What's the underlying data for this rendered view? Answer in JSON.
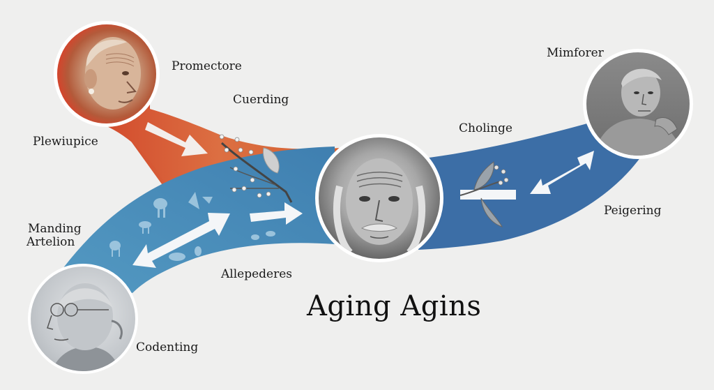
{
  "title": "Aging Agins",
  "labels": {
    "top_left_1": "Promectore",
    "top_left_2": "Cuerding",
    "left_mid": "Plewiupice",
    "left_lower_1": "Manding",
    "left_lower_2": "Artelion",
    "bottom_mid": "Allepederes",
    "bottom_left": "Codenting",
    "right_mid": "Cholinge",
    "top_right": "Mimforer",
    "right_lower": "Peigering"
  },
  "portraits": [
    {
      "id": "top-left",
      "style": "sepia illustrated elderly man profile",
      "ring_color": "#d9452c"
    },
    {
      "id": "center",
      "style": "grayscale elderly man with long hair and moustache"
    },
    {
      "id": "top-right",
      "style": "grayscale photo of elderly man, hand on chin"
    },
    {
      "id": "bottom-left",
      "style": "grayscale drawing of elderly person with glasses and ponytail"
    }
  ],
  "colors": {
    "background": "#efefee",
    "orange_band": "#d8653a",
    "blue_band_left": "#4a8db8",
    "blue_band_right": "#3a6ea8",
    "arrow": "#f4f4f4",
    "text": "#1a1a1a"
  }
}
